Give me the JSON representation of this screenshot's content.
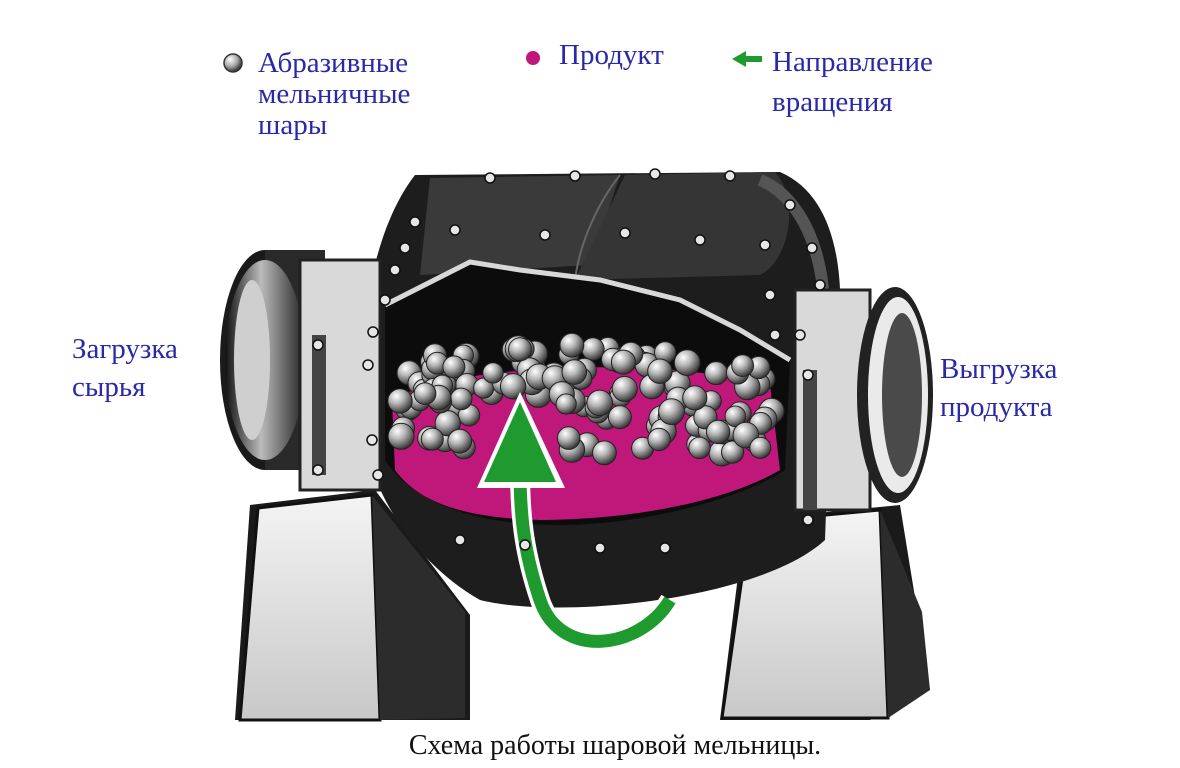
{
  "legend": {
    "balls": "Абразивные мельничные шары",
    "product": "Продукт",
    "rotation": "Направление вращения"
  },
  "labels": {
    "load": "Загрузка сырья",
    "unload": "Выгрузка продукта"
  },
  "caption": "Схема работы шаровой мельницы.",
  "colors": {
    "text": "#2a2aa8",
    "arrow": "#1f9a2e",
    "product": "#c0177a",
    "shell": "#1b1b1b",
    "ball": "#9a9a9a"
  }
}
